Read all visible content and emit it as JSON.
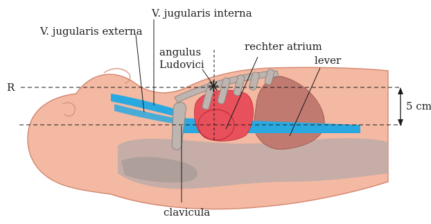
{
  "labels": {
    "v_jugularis_interna": "V. jugularis interna",
    "v_jugularis_externa": "V. jugularis externa",
    "angulus_line1": "angulus",
    "angulus_line2": "Ludovici",
    "rechter_atrium": "rechter atrium",
    "lever": "lever",
    "r_marker": "R",
    "distance": "5 cm",
    "clavicula": "clavicula"
  },
  "colors": {
    "skin": "#f4b9a3",
    "skin_outline": "#d48a72",
    "vein": "#29a9e0",
    "heart": "#e8505b",
    "liver": "#c07a70",
    "bone": "#bfb5b0",
    "grey_body": "#b7aaa8"
  }
}
